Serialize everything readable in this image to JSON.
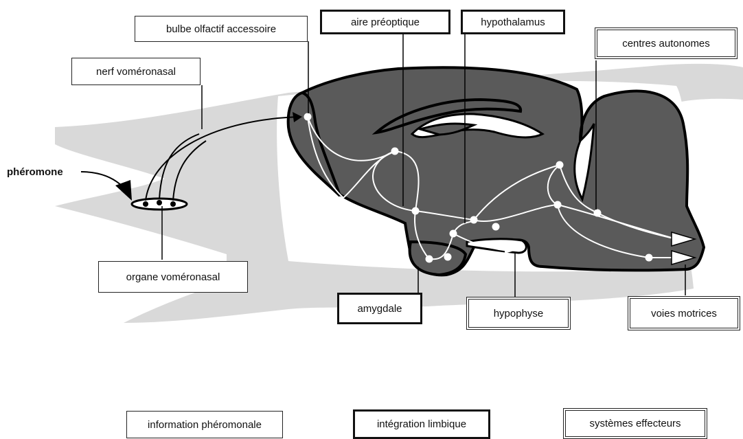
{
  "labels": {
    "nerf_vomeronasal": "nerf voméronasal",
    "bulbe_olfactif_accessoire": "bulbe olfactif accessoire",
    "aire_preoptique": "aire préoptique",
    "hypothalamus": "hypothalamus",
    "centres_autonomes": "centres autonomes",
    "pheromone": "phéromone",
    "organe_vomeronasal": "organe voméronasal",
    "amygdale": "amygdale",
    "hypophyse": "hypophyse",
    "voies_motrices": "voies motrices"
  },
  "legend": {
    "information_pheromonale": "information phéromonale",
    "integration_limbique": "intégration limbique",
    "systemes_effecteurs": "systèmes effecteurs"
  },
  "colors": {
    "brain_fill": "#5a5a5a",
    "outline": "#000000",
    "head_silhouette": "#d9d9d9",
    "pathway": "#ffffff"
  }
}
